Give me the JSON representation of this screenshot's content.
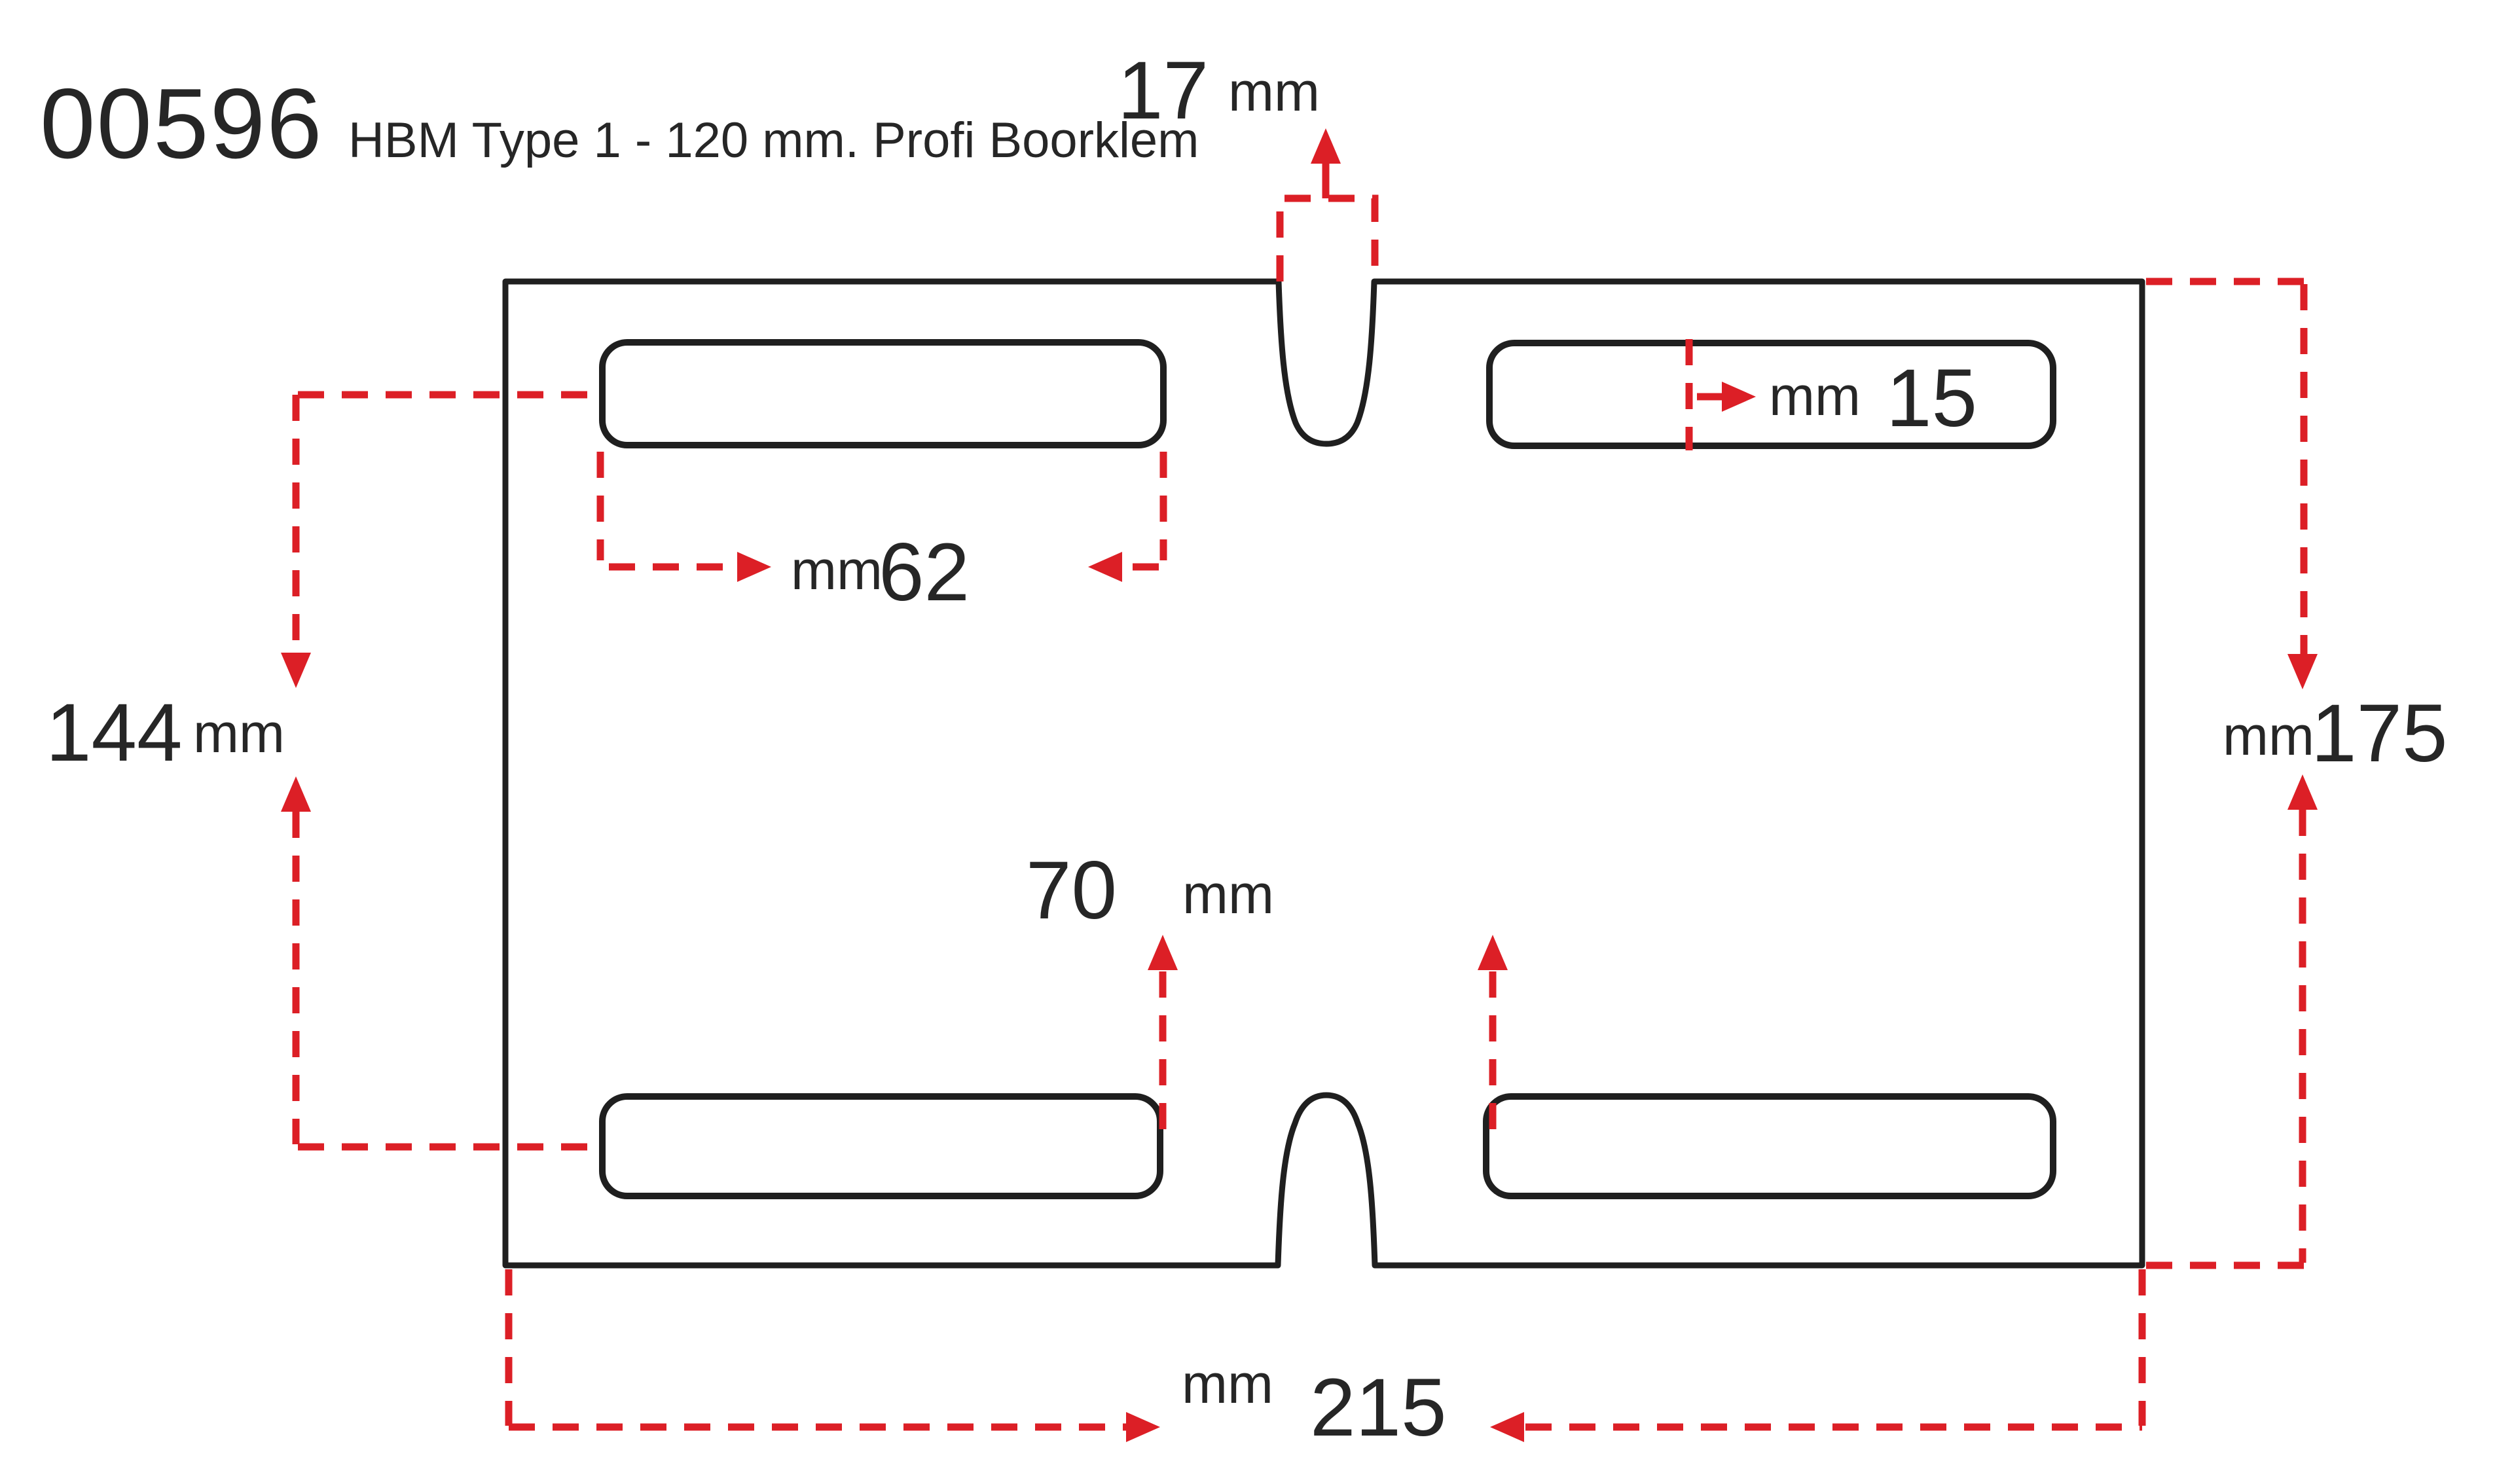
{
  "title": {
    "code": "00596",
    "name": "HBM Type 1 - 120 mm. Profi Boorklem"
  },
  "colors": {
    "background": "#ffffff",
    "line": "#1f1f1f",
    "text": "#262626",
    "dimension": "#dc1f26"
  },
  "drawing": {
    "shape": "rectangular plate with top and bottom center notches and four rounded slots",
    "slot_count": 4,
    "notch_count": 2
  },
  "dimensions": {
    "notch_width": {
      "value": "17",
      "unit": "mm"
    },
    "slot_height": {
      "value": "15",
      "unit": "mm"
    },
    "slot_length": {
      "value": "62",
      "unit": "mm"
    },
    "row_spacing": {
      "value": "144",
      "unit": "mm"
    },
    "plate_height": {
      "value": "175",
      "unit": "mm"
    },
    "slot_gap": {
      "value": "70",
      "unit": "mm"
    },
    "plate_width": {
      "value": "215",
      "unit": "mm"
    }
  }
}
